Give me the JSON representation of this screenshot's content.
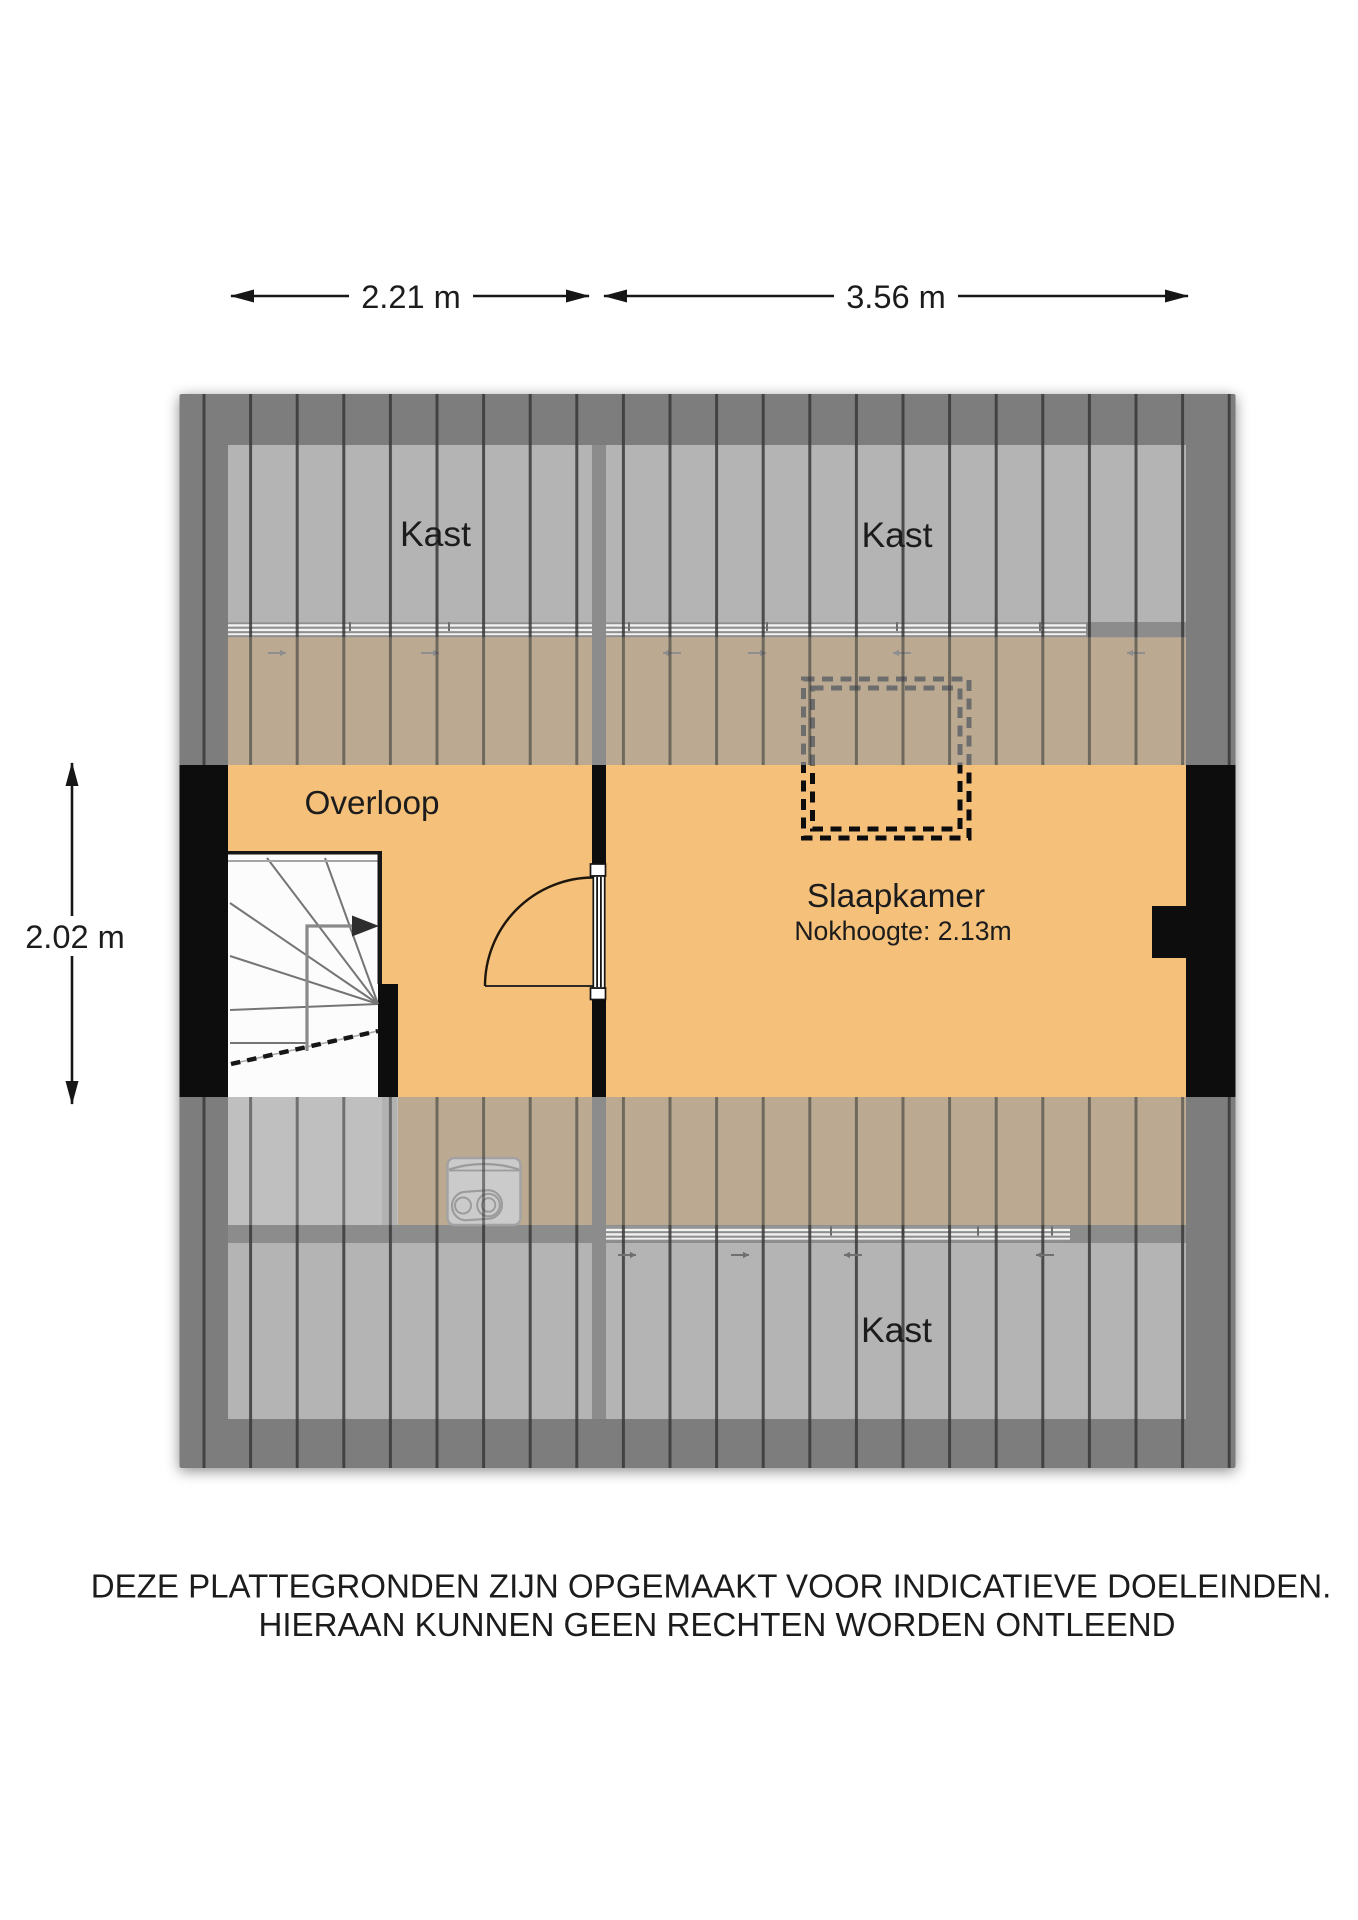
{
  "document": {
    "type": "floorplan",
    "floor_name": "attic"
  },
  "rooms": {
    "kast_top_left": "Kast",
    "kast_top_right": "Kast",
    "overloop": "Overloop",
    "slaapkamer": "Slaapkamer",
    "slaapkamer_sub": "Nokhoogte: 2.13m",
    "kast_bottom": "Kast"
  },
  "dimensions": {
    "top_left_width": "2.21 m",
    "top_right_width": "3.56 m",
    "left_height": "2.02 m"
  },
  "disclaimer": {
    "line1": "DEZE PLATTEGRONDEN ZIJN OPGEMAAKT VOOR INDICATIEVE DOELEINDEN.",
    "line2": "HIERAAN KUNNEN GEEN RECHTEN WORDEN ONTLEEND"
  },
  "colors": {
    "page-bg": "#ffffff",
    "floor-orange": "#f4c07a",
    "outer-band": "#7d7d7d",
    "closet-gray": "#b4b4b4",
    "wall-black": "#0b0b0b",
    "wall-gray": "#8c8c8c",
    "text": "#1c1c1c"
  }
}
